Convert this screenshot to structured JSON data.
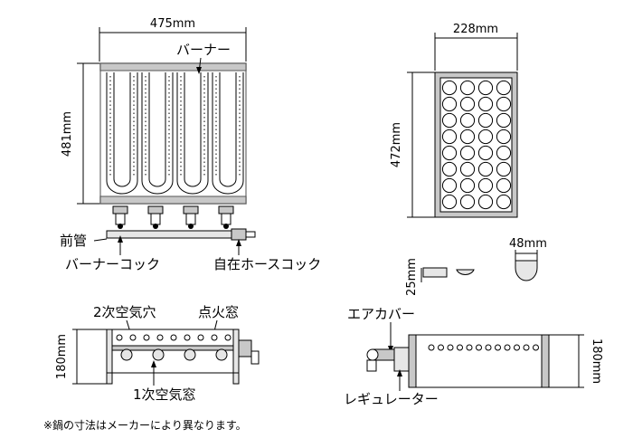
{
  "dimensions": {
    "top_width": "475mm",
    "top_height": "481mm",
    "plate_width": "228mm",
    "plate_height": "472mm",
    "side_height": "180mm",
    "pan_width": "48mm",
    "pan_height": "25mm",
    "cover_height": "180mm"
  },
  "labels": {
    "burner": "バーナー",
    "front_pipe": "前管",
    "burner_cock": "バーナーコック",
    "hose_cock": "自在ホースコック",
    "secondary_air_hole": "2次空気穴",
    "ignition_window": "点火窓",
    "primary_air_window": "1次空気窓",
    "air_cover": "エアカバー",
    "regulator": "レギュレーター"
  },
  "note": "※鍋の寸法はメーカーにより異なります。",
  "plate": {
    "rows": 8,
    "cols": 4
  },
  "colors": {
    "line": "#000000",
    "frame": "#9a9a9a",
    "shade": "#c8c8c8",
    "light": "#e6e6e6"
  }
}
